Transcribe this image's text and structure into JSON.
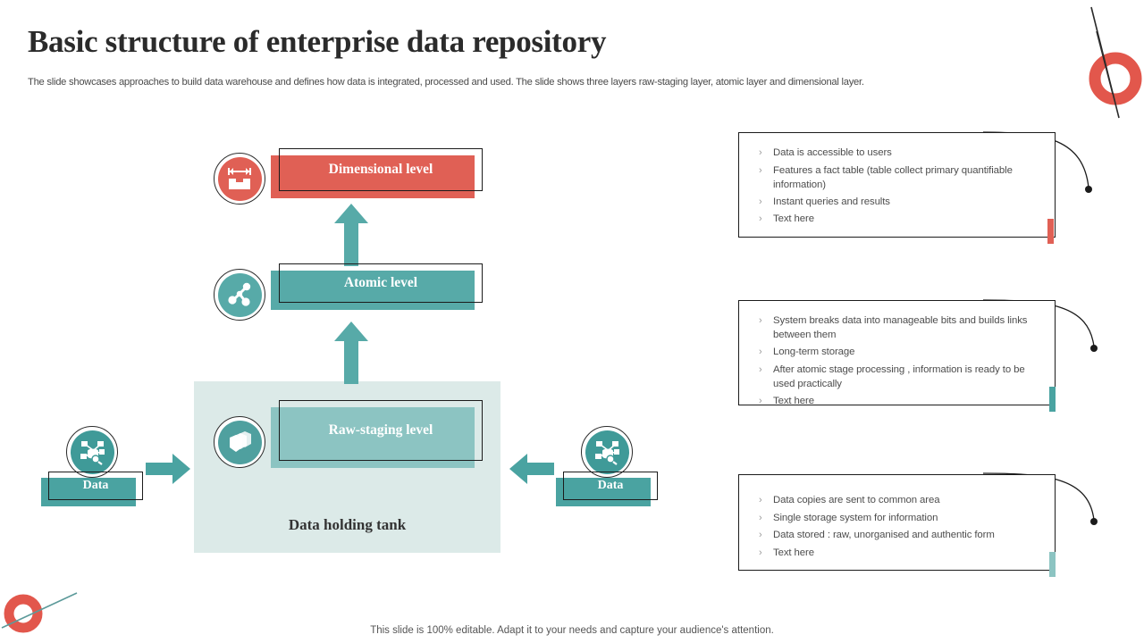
{
  "slide": {
    "title": "Basic structure of enterprise data repository",
    "subtitle": "The slide showcases approaches to build data warehouse and defines how data is integrated, processed and used. The slide shows three layers raw-staging layer, atomic layer and dimensional layer.",
    "footer": "This slide is 100% editable. Adapt it to your needs and capture your audience's attention."
  },
  "colors": {
    "red": "#e06055",
    "teal": "#57aaa8",
    "teal_dark": "#4aa3a1",
    "teal_light": "#8cc4c2",
    "tank_bg": "#dceae8",
    "text_dark": "#2b2b2b",
    "text_body": "#4d4d4d"
  },
  "diagram": {
    "tank_label": "Data holding tank",
    "levels": [
      {
        "id": "dimensional",
        "label": "Dimensional level",
        "color": "#e06055",
        "icon": "dimension-measure-icon"
      },
      {
        "id": "atomic",
        "label": "Atomic level",
        "color": "#57aaa8",
        "icon": "network-share-icon"
      },
      {
        "id": "raw-staging",
        "label": "Raw-staging level",
        "color": "#8cc4c2",
        "icon": "data-stack-shield-icon"
      }
    ],
    "data_sources": [
      {
        "id": "left",
        "label": "Data",
        "icon": "data-search-network-icon",
        "arrow": "arrow-right-icon"
      },
      {
        "id": "right",
        "label": "Data",
        "icon": "data-search-network-icon",
        "arrow": "arrow-left-icon"
      }
    ],
    "flow_arrows": [
      {
        "id": "raw-to-atomic",
        "icon": "arrow-up-icon"
      },
      {
        "id": "atomic-to-dimensional",
        "icon": "arrow-up-icon"
      }
    ]
  },
  "callouts": [
    {
      "id": "dimensional-callout",
      "accent_color": "#e06055",
      "bullets": [
        "Data is accessible to users",
        "Features a fact table (table collect primary quantifiable information)",
        "Instant queries and results",
        "Text here"
      ]
    },
    {
      "id": "atomic-callout",
      "accent_color": "#4aa3a1",
      "bullets": [
        "System breaks data into manageable bits and builds links between them",
        "Long-term storage",
        "After atomic stage processing , information is ready to be used practically",
        "Text here"
      ]
    },
    {
      "id": "raw-staging-callout",
      "accent_color": "#8cc4c2",
      "bullets": [
        "Data copies are sent to common area",
        "Single storage system for information",
        "Data stored : raw, unorganised and authentic form",
        "Text here"
      ]
    }
  ],
  "bullet_marker": "›"
}
